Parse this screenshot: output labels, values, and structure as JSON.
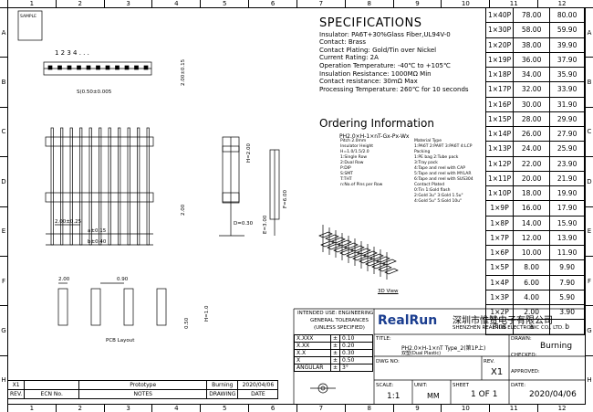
{
  "ruler": {
    "cols": [
      "1",
      "2",
      "3",
      "4",
      "5",
      "6",
      "7",
      "8",
      "9",
      "10",
      "11",
      "12"
    ],
    "rows": [
      "A",
      "B",
      "C",
      "D",
      "E",
      "F",
      "G",
      "H"
    ]
  },
  "specifications": {
    "title": "SPECIFICATIONS",
    "lines": [
      "Insulator: PA6T+30%Glass Fiber,UL94V-0",
      "Contact: Brass",
      "Contact Plating: Gold/Tin over Nickel",
      "Current Rating: 2A",
      "Operation Temperature: -40℃ to +105℃",
      "Insulation Resistance: 1000MΩ Min",
      "Contact resistance: 30mΩ Max",
      "Processing Temperature: 260℃ for 10 seconds"
    ]
  },
  "ordering": {
    "title": "Ordering Information",
    "code": "PH2.0×H-1×nT-Gx-Px-Wx",
    "items": [
      "Pitch 2.0mm",
      "Insulator Height",
      "H=1.0/1.5/2.0",
      "1:Single Row",
      "2:Dual Row",
      "P:DIP",
      "S:SMT",
      "T:THT",
      "n:No.of Pins per Row"
    ],
    "right_items": [
      "Material Type",
      "1:PA6T 2:PA9T 3:PA6T 4:LCP",
      "Packing",
      "1:PE bag   2:Tube pack",
      "3:Tray pack",
      "4:Tape and reel with CAP",
      "5:Tape and reel with MYLAR",
      "6:Tape and reel with SUS304",
      "Contact Plated",
      "0:Tin       1:Gold flash",
      "2:Gold 3u\"    3:Gold 1.5u\"",
      "4:Gold 5u\"    5:Gold 10u\""
    ]
  },
  "drawing_labels": {
    "pin_numbers": "1 2 3 4 . . .",
    "s_dim": "S(0.50±0.005",
    "h_dim": "2.00±0.15",
    "pitch": "2.00±0.25",
    "a_dim": "a±0.15",
    "b_dim": "b±0.40",
    "h2": "H=2.00",
    "d_dim": "D=0.30",
    "e_dim": "E=3.00",
    "f_dim": "F=6.00",
    "dim_15": "2.00",
    "pcb_200": "2.00",
    "pcb_090": "0.90",
    "pcb_050": "0.50",
    "pcb_h": "H=1.0",
    "pcb_layout": "PCB Layout",
    "view_3d": "3D View",
    "logo": "SAMPLE"
  },
  "dimension_table": {
    "rows": [
      [
        "1×40P",
        "78.00",
        "80.00"
      ],
      [
        "1×30P",
        "58.00",
        "59.90"
      ],
      [
        "1×20P",
        "38.00",
        "39.90"
      ],
      [
        "1×19P",
        "36.00",
        "37.90"
      ],
      [
        "1×18P",
        "34.00",
        "35.90"
      ],
      [
        "1×17P",
        "32.00",
        "33.90"
      ],
      [
        "1×16P",
        "30.00",
        "31.90"
      ],
      [
        "1×15P",
        "28.00",
        "29.90"
      ],
      [
        "1×14P",
        "26.00",
        "27.90"
      ],
      [
        "1×13P",
        "24.00",
        "25.90"
      ],
      [
        "1×12P",
        "22.00",
        "23.90"
      ],
      [
        "1×11P",
        "20.00",
        "21.90"
      ],
      [
        "1×10P",
        "18.00",
        "19.90"
      ],
      [
        "1×9P",
        "16.00",
        "17.90"
      ],
      [
        "1×8P",
        "14.00",
        "15.90"
      ],
      [
        "1×7P",
        "12.00",
        "13.90"
      ],
      [
        "1×6P",
        "10.00",
        "11.90"
      ],
      [
        "1×5P",
        "8.00",
        "9.90"
      ],
      [
        "1×4P",
        "6.00",
        "7.90"
      ],
      [
        "1×3P",
        "4.00",
        "5.90"
      ],
      [
        "1×2P",
        "2.00",
        "3.90"
      ],
      [
        "Pins",
        "a",
        "b"
      ]
    ]
  },
  "title_block": {
    "intended_use": "INTENDED USE: ENGINEERING",
    "general_tol": "GENERAL TOLERANCES",
    "unless": "(UNLESS SPECIFIED)",
    "tolerances": [
      [
        "X.XXX",
        "±",
        "0.10"
      ],
      [
        "X.XX",
        "±",
        "0.20"
      ],
      [
        "X.X",
        "±",
        "0.30"
      ],
      [
        "X",
        "±",
        "0.50"
      ],
      [
        "ANGULAR",
        "±",
        "3°"
      ]
    ],
    "brand": "RealRun",
    "company_cn": "深圳市惟赞电子有限公司",
    "company_en": "SHENZHEN REALRUN ELECTRONIC CO., LTD.",
    "title_label": "TITLE:",
    "title_value": "PH2.0×H-1×nT Type_2(第1P上)",
    "title_sub": "双塑(Dual Plastic)",
    "drawn_label": "DRAWN:",
    "drawn_value": "Burning",
    "checked_label": "CHECKED:",
    "approved_label": "APPROVED:",
    "dwg_label": "DWG NO:",
    "rev_label": "REV.",
    "rev_value": "X1",
    "scale_label": "SCALE:",
    "scale_value": "1:1",
    "unit_label": "UNIT:",
    "unit_value": "MM",
    "sheet_label": "SHEET",
    "sheet_value": "1 OF 1",
    "date_label": "DATE:",
    "date_value": "2020/04/06"
  },
  "revision": {
    "row": [
      "X1",
      "",
      "Prototype",
      "Burning",
      "2020/04/06"
    ],
    "headers": [
      "REV.",
      "ECN No.",
      "NOTES",
      "DRAWING",
      "DATE"
    ]
  }
}
